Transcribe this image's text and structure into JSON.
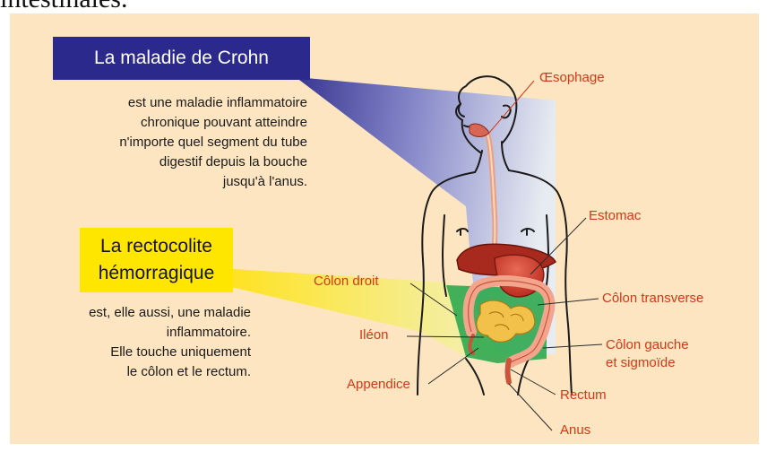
{
  "heading_fragment": "intestinales.",
  "crohn": {
    "title": "La maladie de Crohn",
    "lines": [
      "est une maladie inflammatoire",
      "chronique pouvant atteindre",
      "n'importe quel segment du tube",
      "digestif depuis la bouche",
      "jusqu'à l'anus."
    ]
  },
  "rcuh": {
    "title_lines": [
      "La rectocolite",
      "hémorragique"
    ],
    "lines": [
      "est, elle aussi, une maladie",
      "inflammatoire.",
      "Elle touche uniquement",
      "le côlon et le rectum."
    ]
  },
  "labels": {
    "oesophage": "Œsophage",
    "estomac": "Estomac",
    "colon_droit": "Côlon  droit",
    "colon_transverse": "Côlon transverse",
    "ileon": "Iléon",
    "colon_gauche_1": "Côlon gauche",
    "colon_gauche_2": "et sigmoïde",
    "appendice": "Appendice",
    "rectum": "Rectum",
    "anus": "Anus"
  },
  "colors": {
    "panel_background": "#fde5c1",
    "crohn_title_background": "#2b2a8c",
    "rcuh_title_background": "#ffe600",
    "label_color": "#d03a16"
  }
}
